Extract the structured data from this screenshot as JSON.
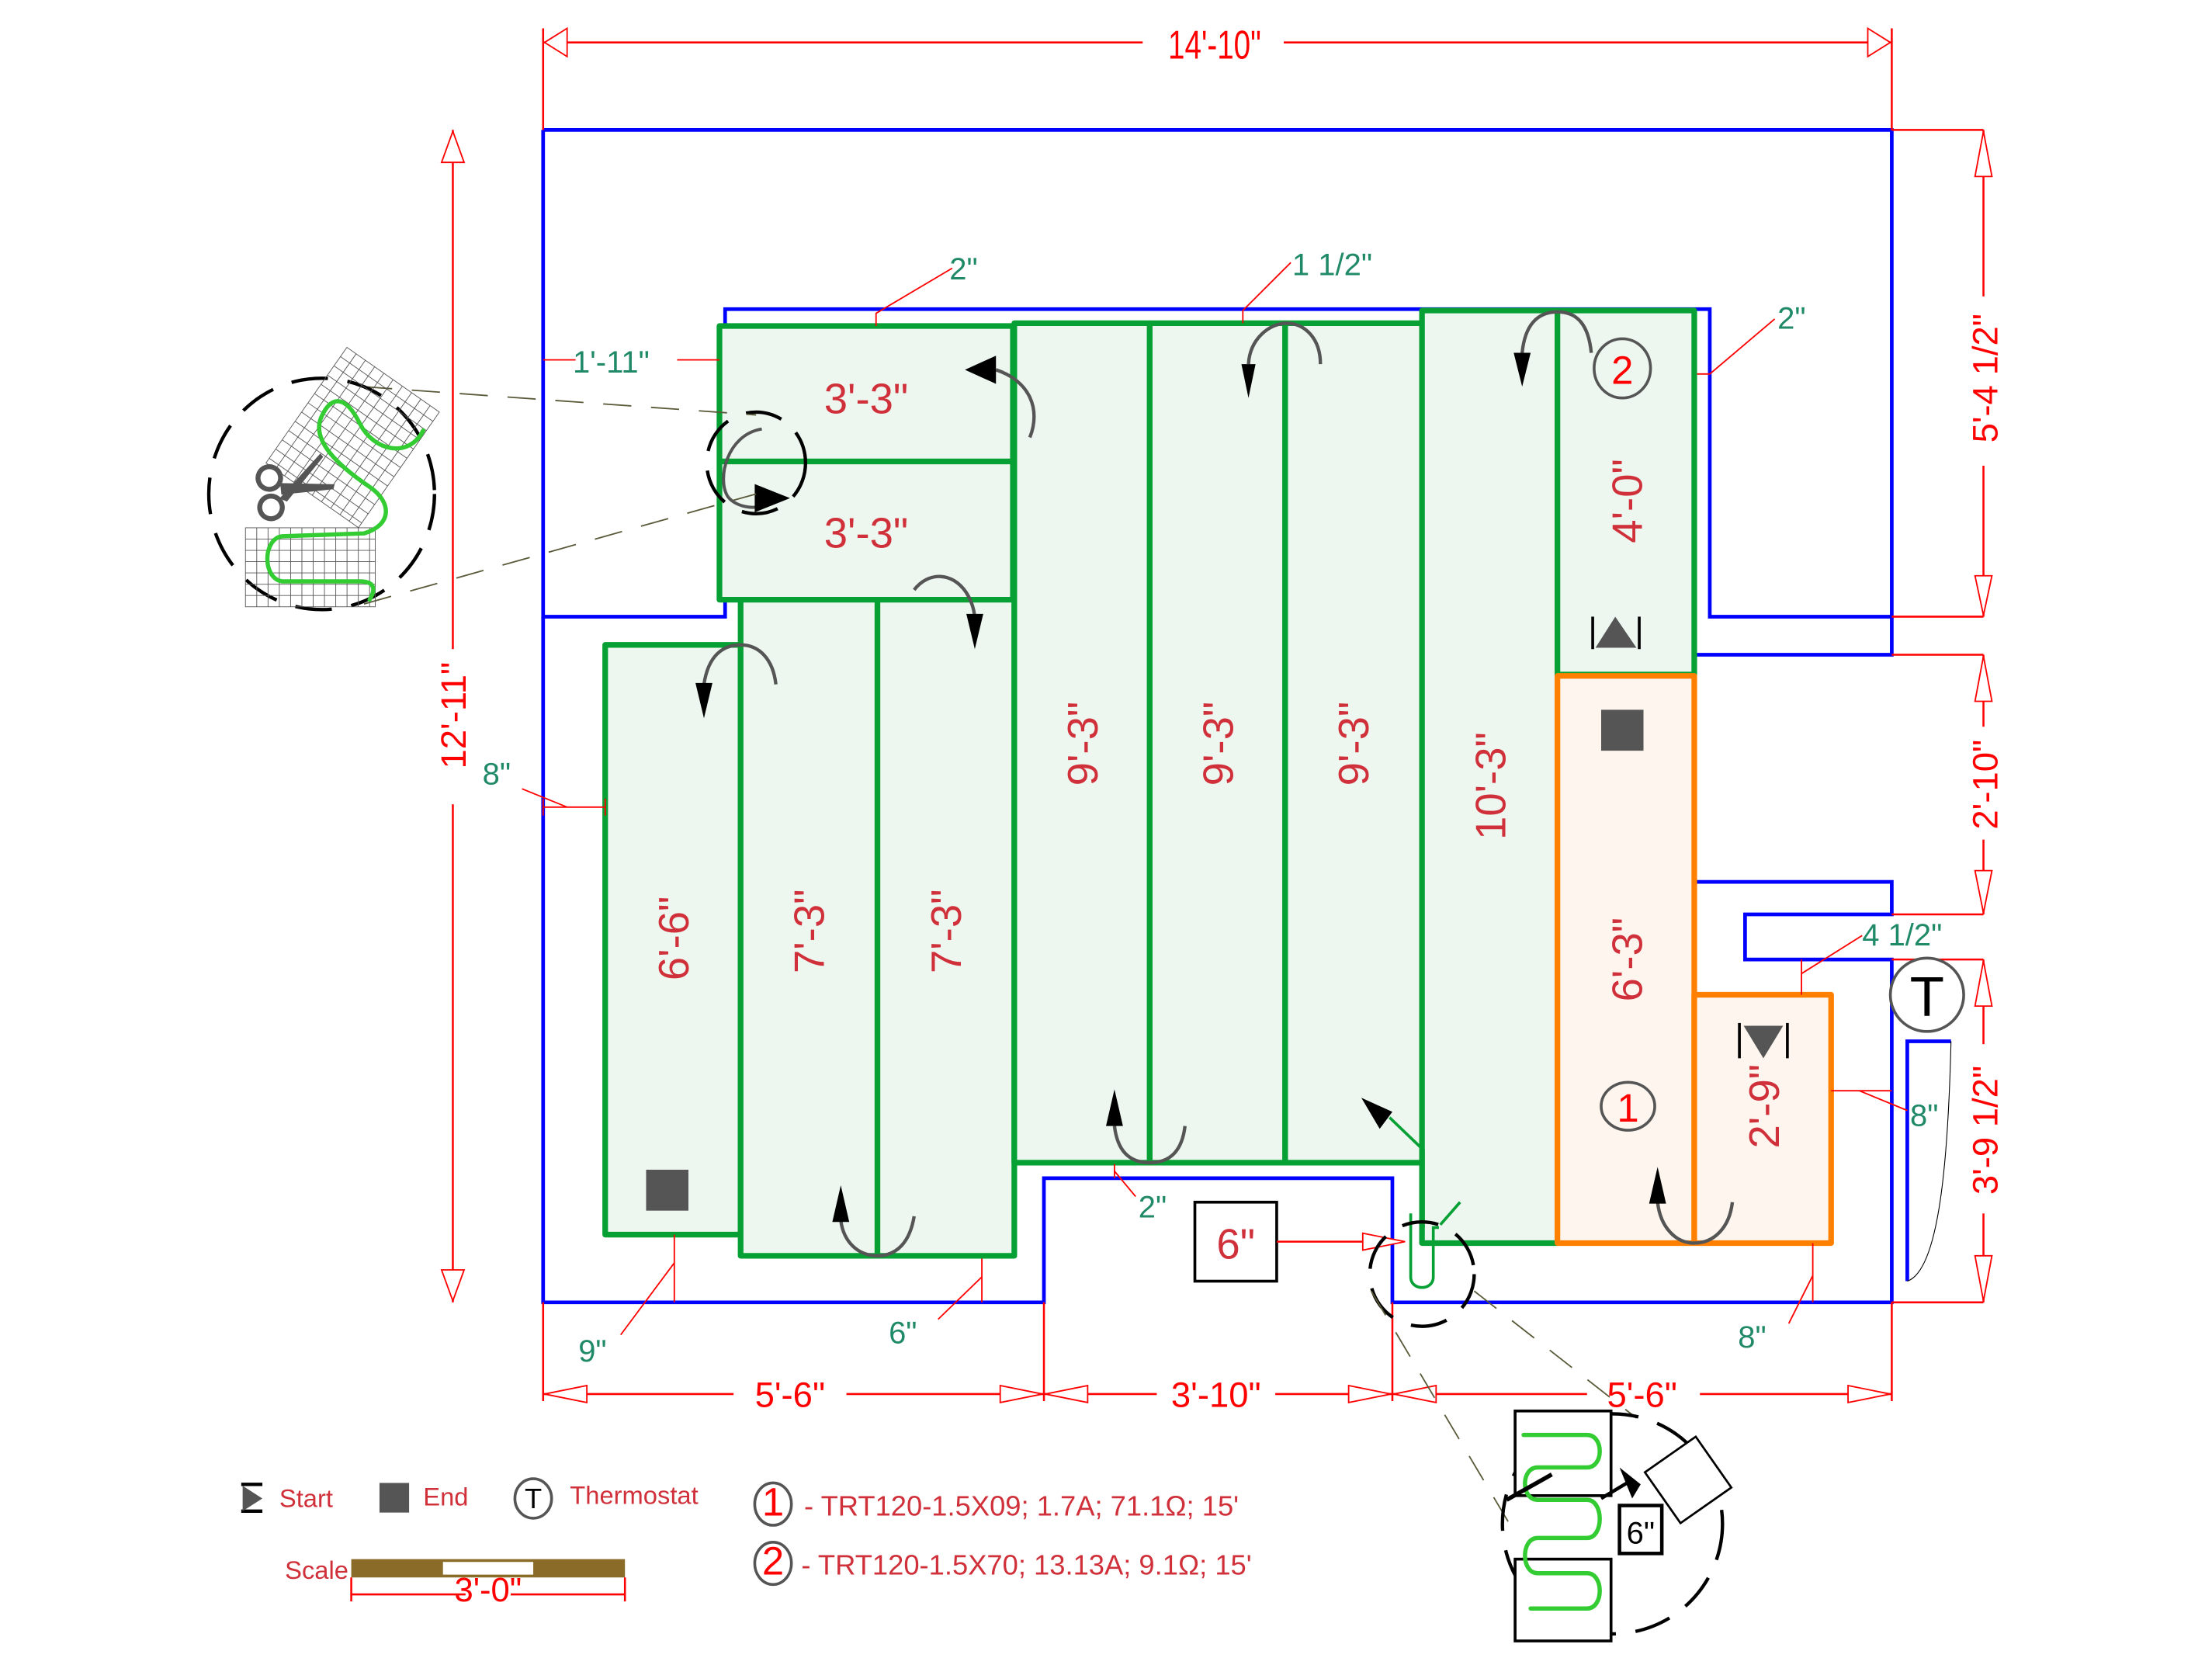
{
  "drawing": {
    "title": "Floor heating mat layout plan",
    "colors": {
      "wall": "#0000ff",
      "mat_zone_2": "#06a034",
      "mat_zone_2_fill": "#edf7ef",
      "mat_zone_1": "#ff8000",
      "mat_zone_1_fill": "#fdf5ee",
      "dimension": "#ff0000",
      "mat_length_text": "#d0303a",
      "gap_text": "#208a68",
      "cable": "#33cc33",
      "scale_bar": "#8b6b28"
    }
  },
  "overall_dimensions": {
    "top_width": "14'-10\"",
    "left_height": "12'-11\"",
    "right_upper": "5'-4 1/2\"",
    "right_middle": "2'-10\"",
    "right_lower": "3'-9 1/2\"",
    "bottom_left": "5'-6\"",
    "bottom_middle": "3'-10\"",
    "bottom_right": "5'-6\""
  },
  "gap_labels": {
    "top_left": "2\"",
    "top_middle": "1 1/2\"",
    "top_right": "2\"",
    "left_offset": "1'-11\"",
    "left_side": "8\"",
    "bottom_left": "9\"",
    "bottom_left_2": "6\"",
    "bottom_center": "2\"",
    "bottom_right": "8\"",
    "right_side": "8\"",
    "right_upper": "4 1/2\""
  },
  "mat_lengths": {
    "upper_left_a": "3'-3\"",
    "upper_left_b": "3'-3\"",
    "strip_1": "6'-6\"",
    "strip_2": "7'-3\"",
    "strip_3": "7'-3\"",
    "strip_4": "9'-3\"",
    "strip_5": "9'-3\"",
    "strip_6": "9'-3\"",
    "strip_7": "10'-3\"",
    "strip_8": "4'-0\"",
    "zone1_main": "6'-3\"",
    "zone1_side": "2'-9\""
  },
  "markers": {
    "zone1_number": "1",
    "zone2_number": "2",
    "thermostat_symbol": "T",
    "detail_cut_label": "6\"",
    "detail_circle_label": "6\""
  },
  "legend": {
    "start_label": "Start",
    "end_label": "End",
    "thermostat_label": "Thermostat",
    "thermostat_symbol": "T",
    "scale_label": "Scale",
    "scale_value": "3'-0\"",
    "specs": [
      {
        "number": "1",
        "text": "- TRT120-1.5X09; 1.7A; 71.1Ω; 15'"
      },
      {
        "number": "2",
        "text": "- TRT120-1.5X70; 13.13A; 9.1Ω; 15'"
      }
    ]
  }
}
